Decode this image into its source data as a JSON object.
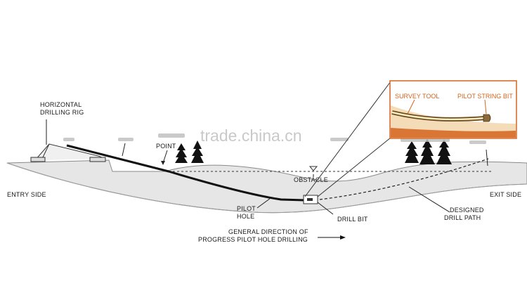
{
  "labels": {
    "rig_line1": "HORIZONTAL",
    "rig_line2": "DRILLING RIG",
    "point": "POINT",
    "entry_side": "ENTRY SIDE",
    "exit_side": "EXIT SIDE",
    "obstacle": "OBSTACLE",
    "pilot_line1": "PILOT",
    "pilot_line2": "HOLE",
    "drill_bit": "DRILL BIT",
    "designed_line1": "DESIGNED",
    "designed_line2": "DRILL PATH",
    "direction_line1": "GENERAL DIRECTION OF",
    "direction_line2": "PROGRESS PILOT HOLE DRILLING"
  },
  "inset": {
    "survey_tool": "SURVEY TOOL",
    "pilot_string_bit": "PILOT STRING BIT"
  },
  "watermark": "trade.china.cn",
  "colors": {
    "ground": "#e6e6e6",
    "ground_line": "#8a8a8a",
    "inset_border": "#d3641e",
    "inset_fill": "#f5dcb8",
    "pipe": "#111111"
  }
}
